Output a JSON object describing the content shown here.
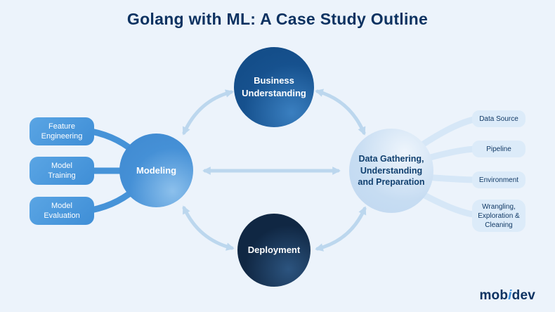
{
  "title": "Golang with ML: A Case Study Outline",
  "nodes": {
    "business": {
      "label": "Business\nUnderstanding"
    },
    "modeling": {
      "label": "Modeling"
    },
    "data_gathering": {
      "label": "Data Gathering,\nUnderstanding\nand Preparation"
    },
    "deployment": {
      "label": "Deployment"
    }
  },
  "left_pills": [
    {
      "label": "Feature\nEngineering"
    },
    {
      "label": "Model\nTraining"
    },
    {
      "label": "Model\nEvaluation"
    }
  ],
  "right_pills": [
    {
      "label": "Data Source"
    },
    {
      "label": "Pipeline"
    },
    {
      "label": "Environment"
    },
    {
      "label": "Wrangling,\nExploration &\nCleaning"
    }
  ],
  "logo": {
    "mob": "mob",
    "i": "i",
    "dev": "dev"
  },
  "colors": {
    "background": "#ECF3FB",
    "title": "#0D3261",
    "node_business": "#16518E",
    "node_modeling": "#4590D6",
    "node_data_gathering": "#C6DCF2",
    "node_deployment": "#102743",
    "pill_left": "#4F9BE0",
    "pill_right": "#DCEBF9",
    "arrow": "#BCD7EE",
    "logo_accent": "#3E8ED8"
  }
}
